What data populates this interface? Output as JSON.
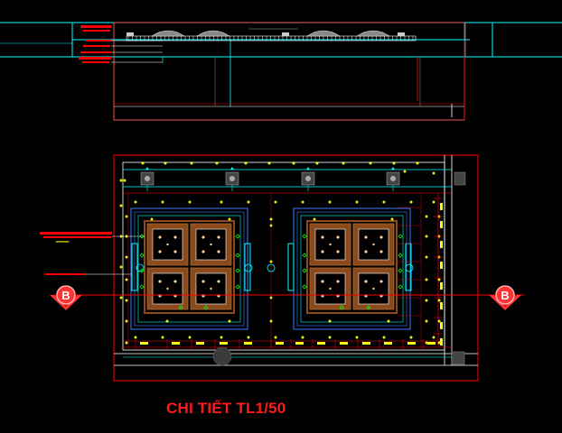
{
  "drawing": {
    "title": "CHI TIẾT TL1/50",
    "section_marker_left": "B",
    "section_marker_right": "B",
    "colors": {
      "background": "#000000",
      "cyan": "#00ffff",
      "red": "#ff0000",
      "white": "#ffffff",
      "yellow": "#ffff00",
      "wood": "#8b4a1c",
      "blue": "#3a7dff",
      "green": "#00ff00",
      "gray": "#555555"
    }
  }
}
